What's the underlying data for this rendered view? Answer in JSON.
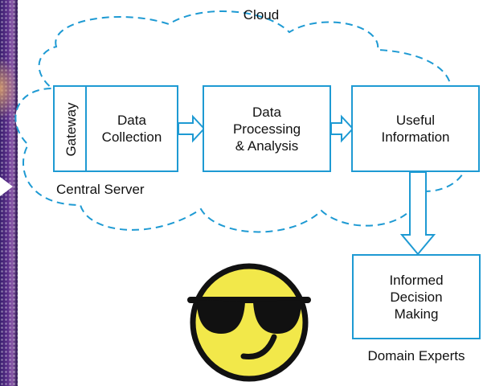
{
  "diagram": {
    "cloud_label": "Cloud",
    "central_server_label": "Central Server",
    "gateway_label": "Gateway",
    "nodes": {
      "data_collection": "Data\nCollection",
      "data_processing": "Data\nProcessing\n& Analysis",
      "useful_information": "Useful\nInformation",
      "informed_decision": "Informed\nDecision\nMaking"
    },
    "domain_experts_label": "Domain Experts",
    "colors": {
      "accent": "#1e9ad3",
      "emoji_face": "#f2e84a",
      "emoji_outline": "#111111"
    }
  }
}
